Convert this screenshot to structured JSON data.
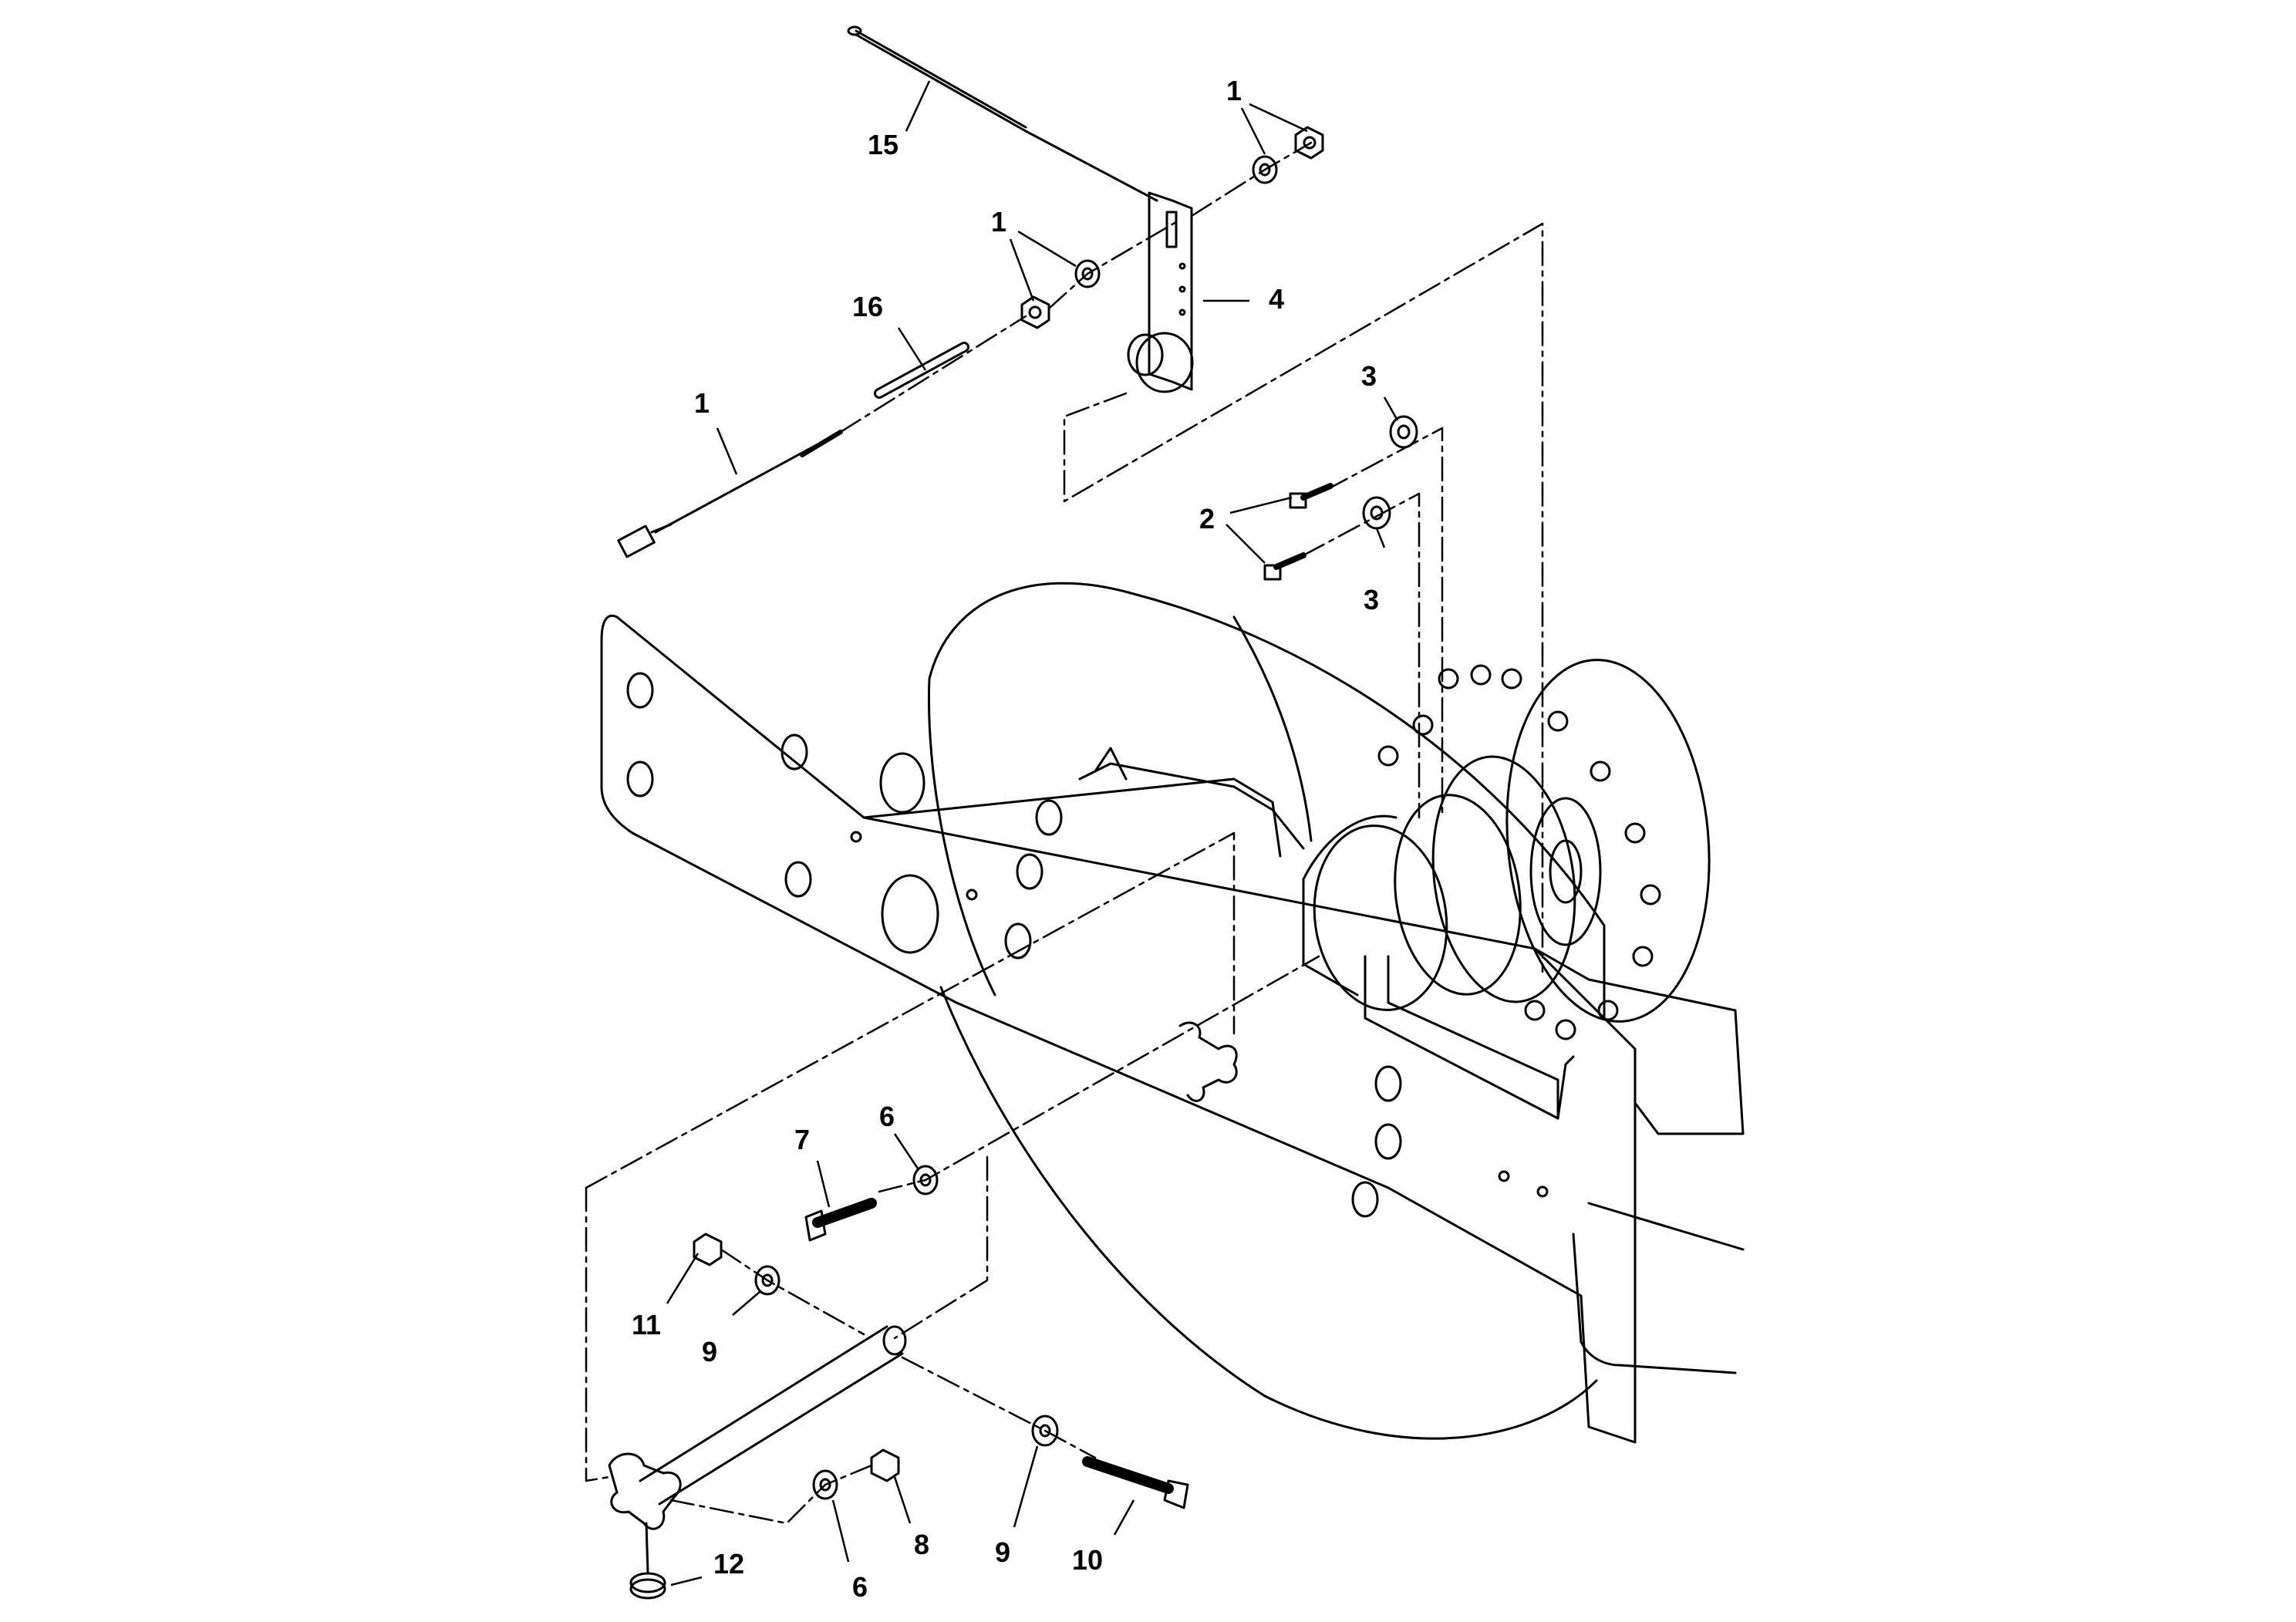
{
  "diagram": {
    "callouts": [
      {
        "id": "c15",
        "label": "15"
      },
      {
        "id": "c1a",
        "label": "1"
      },
      {
        "id": "c1b",
        "label": "1"
      },
      {
        "id": "c4",
        "label": "4"
      },
      {
        "id": "c16",
        "label": "16"
      },
      {
        "id": "c1c",
        "label": "1"
      },
      {
        "id": "c3a",
        "label": "3"
      },
      {
        "id": "c2",
        "label": "2"
      },
      {
        "id": "c3b",
        "label": "3"
      },
      {
        "id": "c6a",
        "label": "6"
      },
      {
        "id": "c7",
        "label": "7"
      },
      {
        "id": "c11",
        "label": "11"
      },
      {
        "id": "c9a",
        "label": "9"
      },
      {
        "id": "c9b",
        "label": "9"
      },
      {
        "id": "c10",
        "label": "10"
      },
      {
        "id": "c8",
        "label": "8"
      },
      {
        "id": "c6b",
        "label": "6"
      },
      {
        "id": "c12",
        "label": "12"
      }
    ]
  }
}
